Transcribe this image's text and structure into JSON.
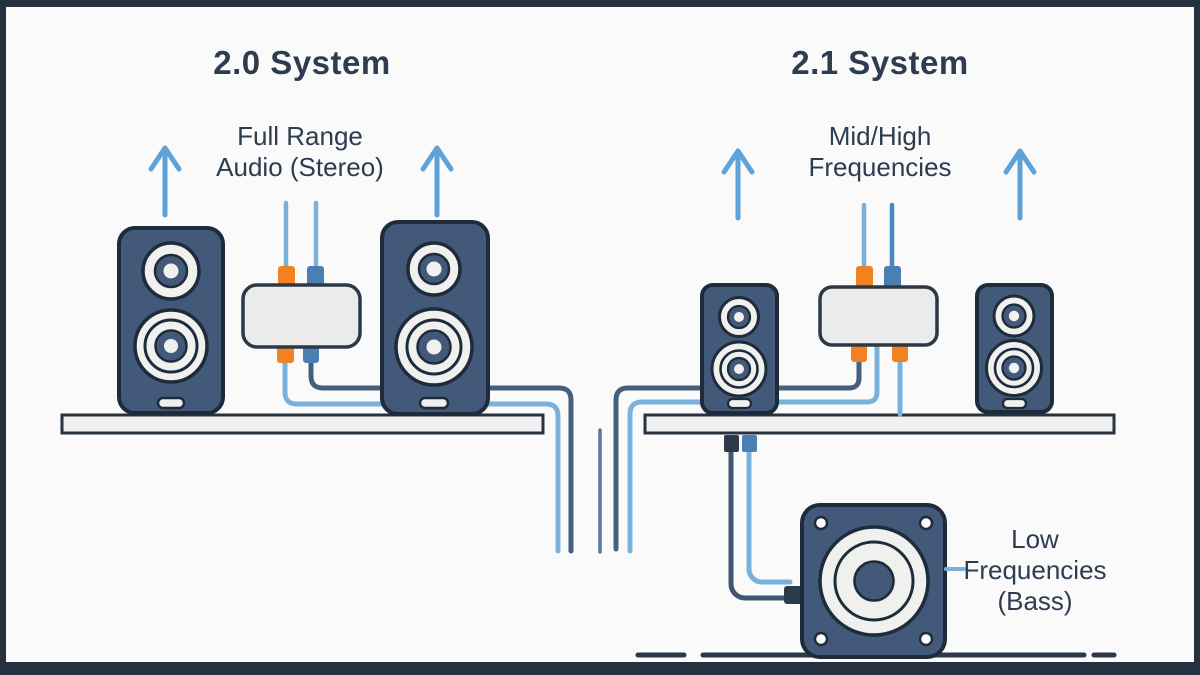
{
  "titles": {
    "left": "2.0 System",
    "right": "2.1 System"
  },
  "labels": {
    "full_range": {
      "line1": "Full Range",
      "line2": "Audio (Stereo)"
    },
    "mid_high": {
      "line1": "Mid/High",
      "line2": "Frequencies"
    },
    "low_freq": {
      "line1": "Low",
      "line2": "Frequencies",
      "line3": "(Bass)"
    }
  },
  "colors": {
    "background": "#fafafa",
    "frame": "#263140",
    "speaker_body": "#43597a",
    "outline": "#1d2b3a",
    "speaker_face": "#f0f0ee",
    "amp_fill": "#ebebeb",
    "amp_outline": "#2c3845",
    "connector_orange": "#f28122",
    "connector_blue": "#4b7fb4",
    "plug_dark": "#2c3a4e",
    "cable_light_blue": "#79b1da",
    "cable_steel_blue": "#45607d",
    "cable_mid_blue": "#4a86c3",
    "arrow": "#5ea2d8",
    "text": "#2d3c4f",
    "shelf_fill": "#f0f0f0",
    "floor": "#2b3847",
    "gap_line": "#5d7a99"
  }
}
